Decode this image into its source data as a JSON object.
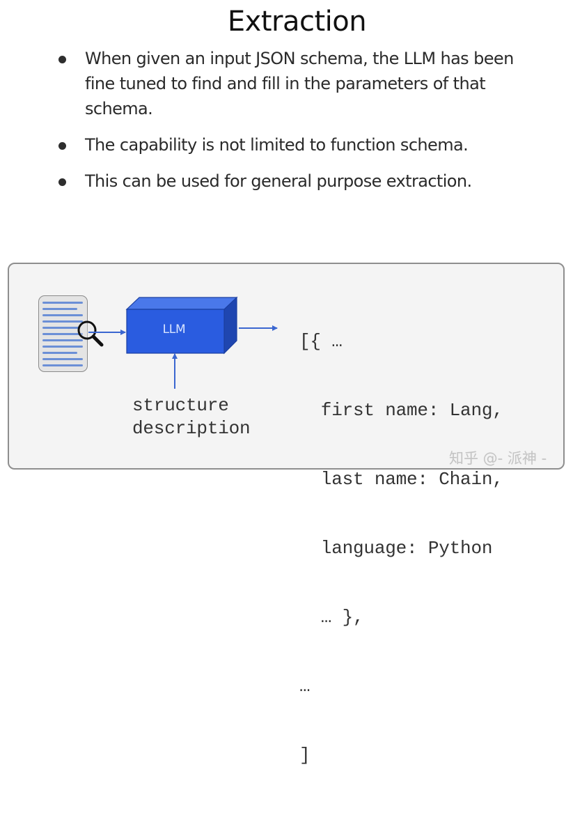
{
  "slide": {
    "title": "Extraction",
    "bullets": [
      "When given an input JSON schema, the LLM has been fine tuned to find and fill in the parameters of that schema.",
      "The capability is not limited to function schema.",
      "This can be used for general purpose extraction."
    ]
  },
  "diagram": {
    "input_icon": "document-with-magnifier-icon",
    "model_label": "LLM",
    "structure_description": [
      "structure",
      "description"
    ],
    "output_lines": [
      "[{ …",
      "  first name: Lang,",
      "  last name: Chain,",
      "  language: Python",
      "  … },",
      "…",
      "]"
    ],
    "colors": {
      "llm_front": "#2a5ce0",
      "llm_top": "#4a78ea",
      "llm_side": "#1f46b0",
      "arrow": "#3a66d0",
      "doc_lines": "#6b8fd6",
      "panel_bg": "#f4f4f4",
      "panel_border": "#8e8e8e"
    }
  },
  "watermark": "知乎 @- 派神 -"
}
